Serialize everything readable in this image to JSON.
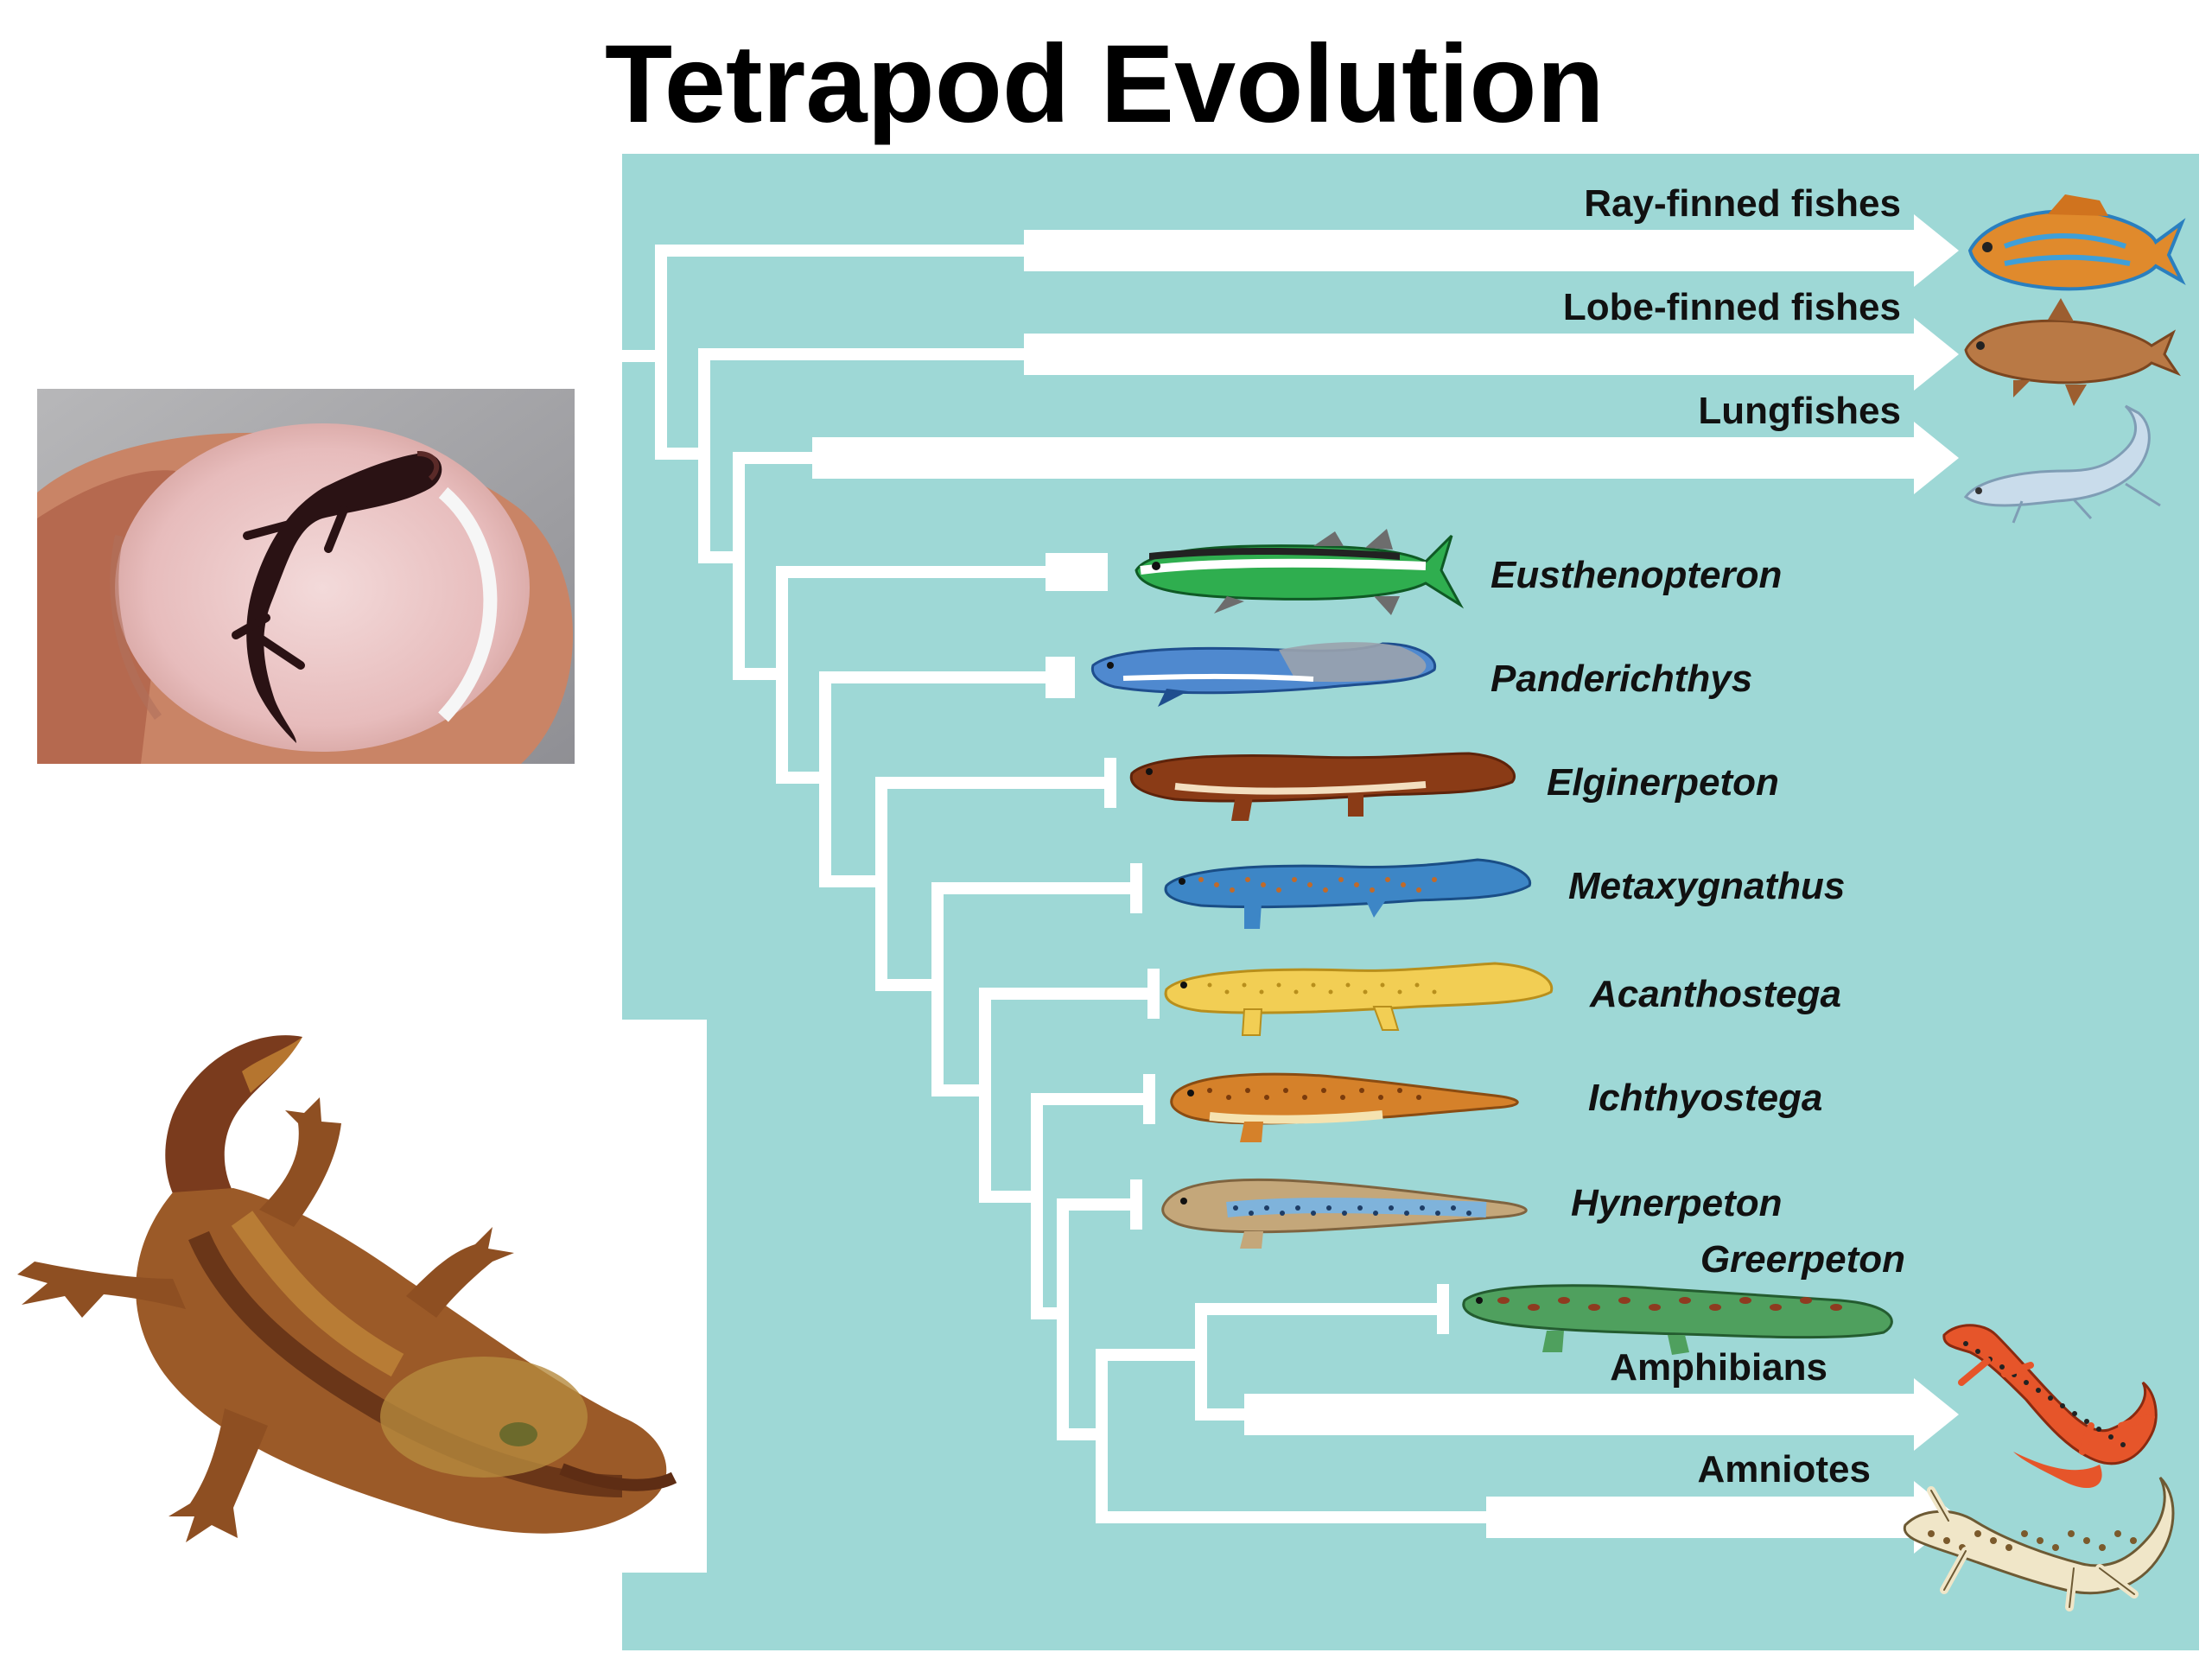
{
  "title": "Tetrapod Evolution",
  "colors": {
    "panel": "#9ed8d6",
    "branch": "#ffffff",
    "label": "#111111"
  },
  "photos": [
    {
      "name": "tiny-salamander-on-fingertip-photo"
    },
    {
      "name": "hellbender-salamander-photo"
    }
  ],
  "taxa": [
    {
      "label": "Ray-finned fishes",
      "italic": false,
      "extant": true,
      "icon": "ray-finned-fish-icon"
    },
    {
      "label": "Lobe-finned fishes",
      "italic": false,
      "extant": true,
      "icon": "coelacanth-icon"
    },
    {
      "label": "Lungfishes",
      "italic": false,
      "extant": true,
      "icon": "lungfish-icon"
    },
    {
      "label": "Eusthenopteron",
      "italic": true,
      "extant": false,
      "icon": "eusthenopteron-icon"
    },
    {
      "label": "Panderichthys",
      "italic": true,
      "extant": false,
      "icon": "panderichthys-icon"
    },
    {
      "label": "Elginerpeton",
      "italic": true,
      "extant": false,
      "icon": "elginerpeton-icon"
    },
    {
      "label": "Metaxygnathus",
      "italic": true,
      "extant": false,
      "icon": "metaxygnathus-icon"
    },
    {
      "label": "Acanthostega",
      "italic": true,
      "extant": false,
      "icon": "acanthostega-icon"
    },
    {
      "label": "Ichthyostega",
      "italic": true,
      "extant": false,
      "icon": "ichthyostega-icon"
    },
    {
      "label": "Hynerpeton",
      "italic": true,
      "extant": false,
      "icon": "hynerpeton-icon"
    },
    {
      "label": "Greerpeton",
      "italic": true,
      "extant": false,
      "icon": "greerpeton-icon"
    },
    {
      "label": "Amphibians",
      "italic": false,
      "extant": true,
      "icon": "salamander-icon"
    },
    {
      "label": "Amniotes",
      "italic": false,
      "extant": true,
      "icon": "gecko-icon"
    }
  ]
}
